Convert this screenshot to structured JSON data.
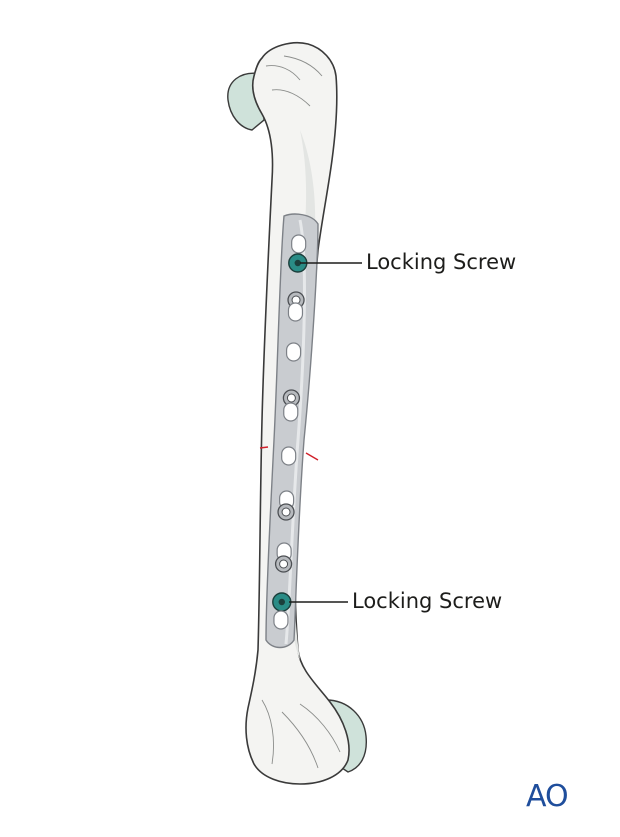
{
  "labels": {
    "top_screw": "Locking Screw",
    "bottom_screw": "Locking Screw"
  },
  "logo": {
    "text": "AO",
    "color": "#1f4e9c"
  },
  "colors": {
    "bone": "#f4f4f2",
    "bone_shade": "#e3e5e3",
    "cartilage": "#cfe2da",
    "plate": "#c9ccd0",
    "plate_edge": "#7d8187",
    "locking_screw": "#2a8c86",
    "fracture": "#d0202a",
    "outline": "#3a3a3a"
  },
  "plate": {
    "hole_types": [
      "combi",
      "locking",
      "combi",
      "combi",
      "locking",
      "combi",
      "locking",
      "combi",
      "locking",
      "combi"
    ]
  }
}
